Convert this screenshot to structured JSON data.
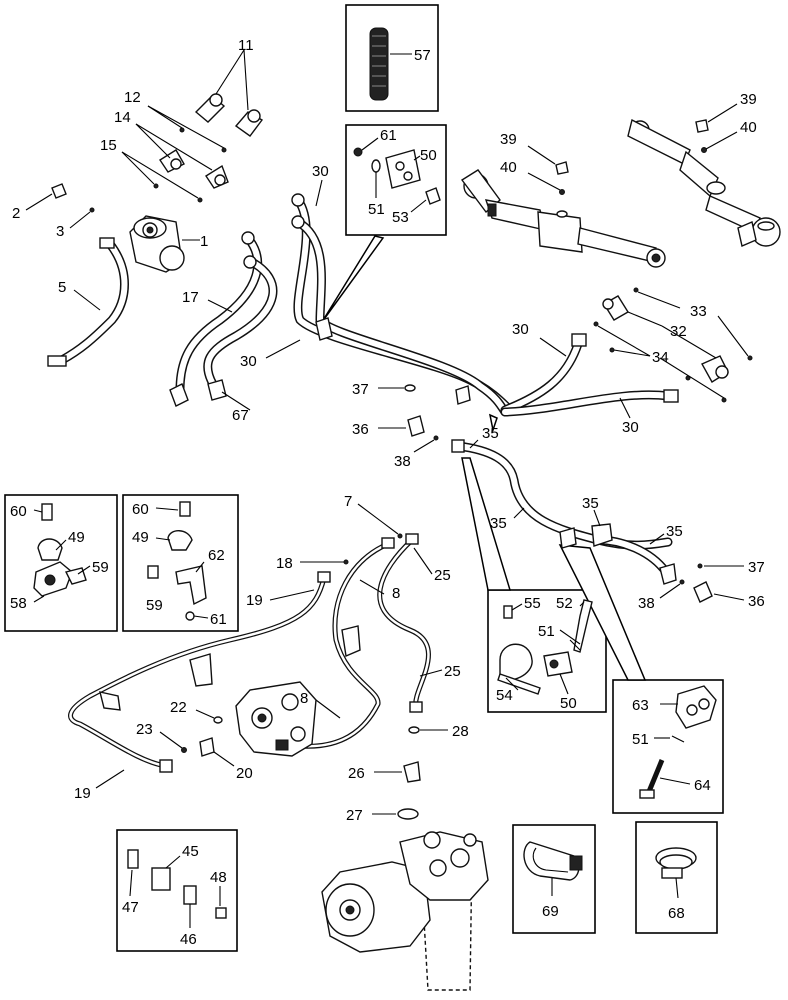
{
  "callouts": {
    "c1": "1",
    "c2": "2",
    "c3": "3",
    "c5": "5",
    "c7": "7",
    "c8a": "8",
    "c8b": "8",
    "c11": "11",
    "c12": "12",
    "c14": "14",
    "c15": "15",
    "c17": "17",
    "c18": "18",
    "c19a": "19",
    "c19b": "19",
    "c20": "20",
    "c22": "22",
    "c23": "23",
    "c25a": "25",
    "c25b": "25",
    "c26": "26",
    "c27": "27",
    "c28": "28",
    "c30a": "30",
    "c30b": "30",
    "c30c": "30",
    "c30d": "30",
    "c32": "32",
    "c33": "33",
    "c34": "34",
    "c35a": "35",
    "c35b": "35",
    "c35c": "35",
    "c35d": "35",
    "c36a": "36",
    "c36b": "36",
    "c37a": "37",
    "c37b": "37",
    "c38a": "38",
    "c38b": "38",
    "c39a": "39",
    "c39b": "39",
    "c40a": "40",
    "c40b": "40",
    "c45": "45",
    "c46": "46",
    "c47": "47",
    "c48": "48",
    "c49a": "49",
    "c49b": "49",
    "c50a": "50",
    "c50b": "50",
    "c51a": "51",
    "c51b": "51",
    "c51c": "51",
    "c52": "52",
    "c53": "53",
    "c54": "54",
    "c55": "55",
    "c57": "57",
    "c58": "58",
    "c59a": "59",
    "c59b": "59",
    "c60a": "60",
    "c60b": "60",
    "c61a": "61",
    "c61b": "61",
    "c62": "62",
    "c63": "63",
    "c64": "64",
    "c67": "67",
    "c68": "68",
    "c69": "69"
  }
}
